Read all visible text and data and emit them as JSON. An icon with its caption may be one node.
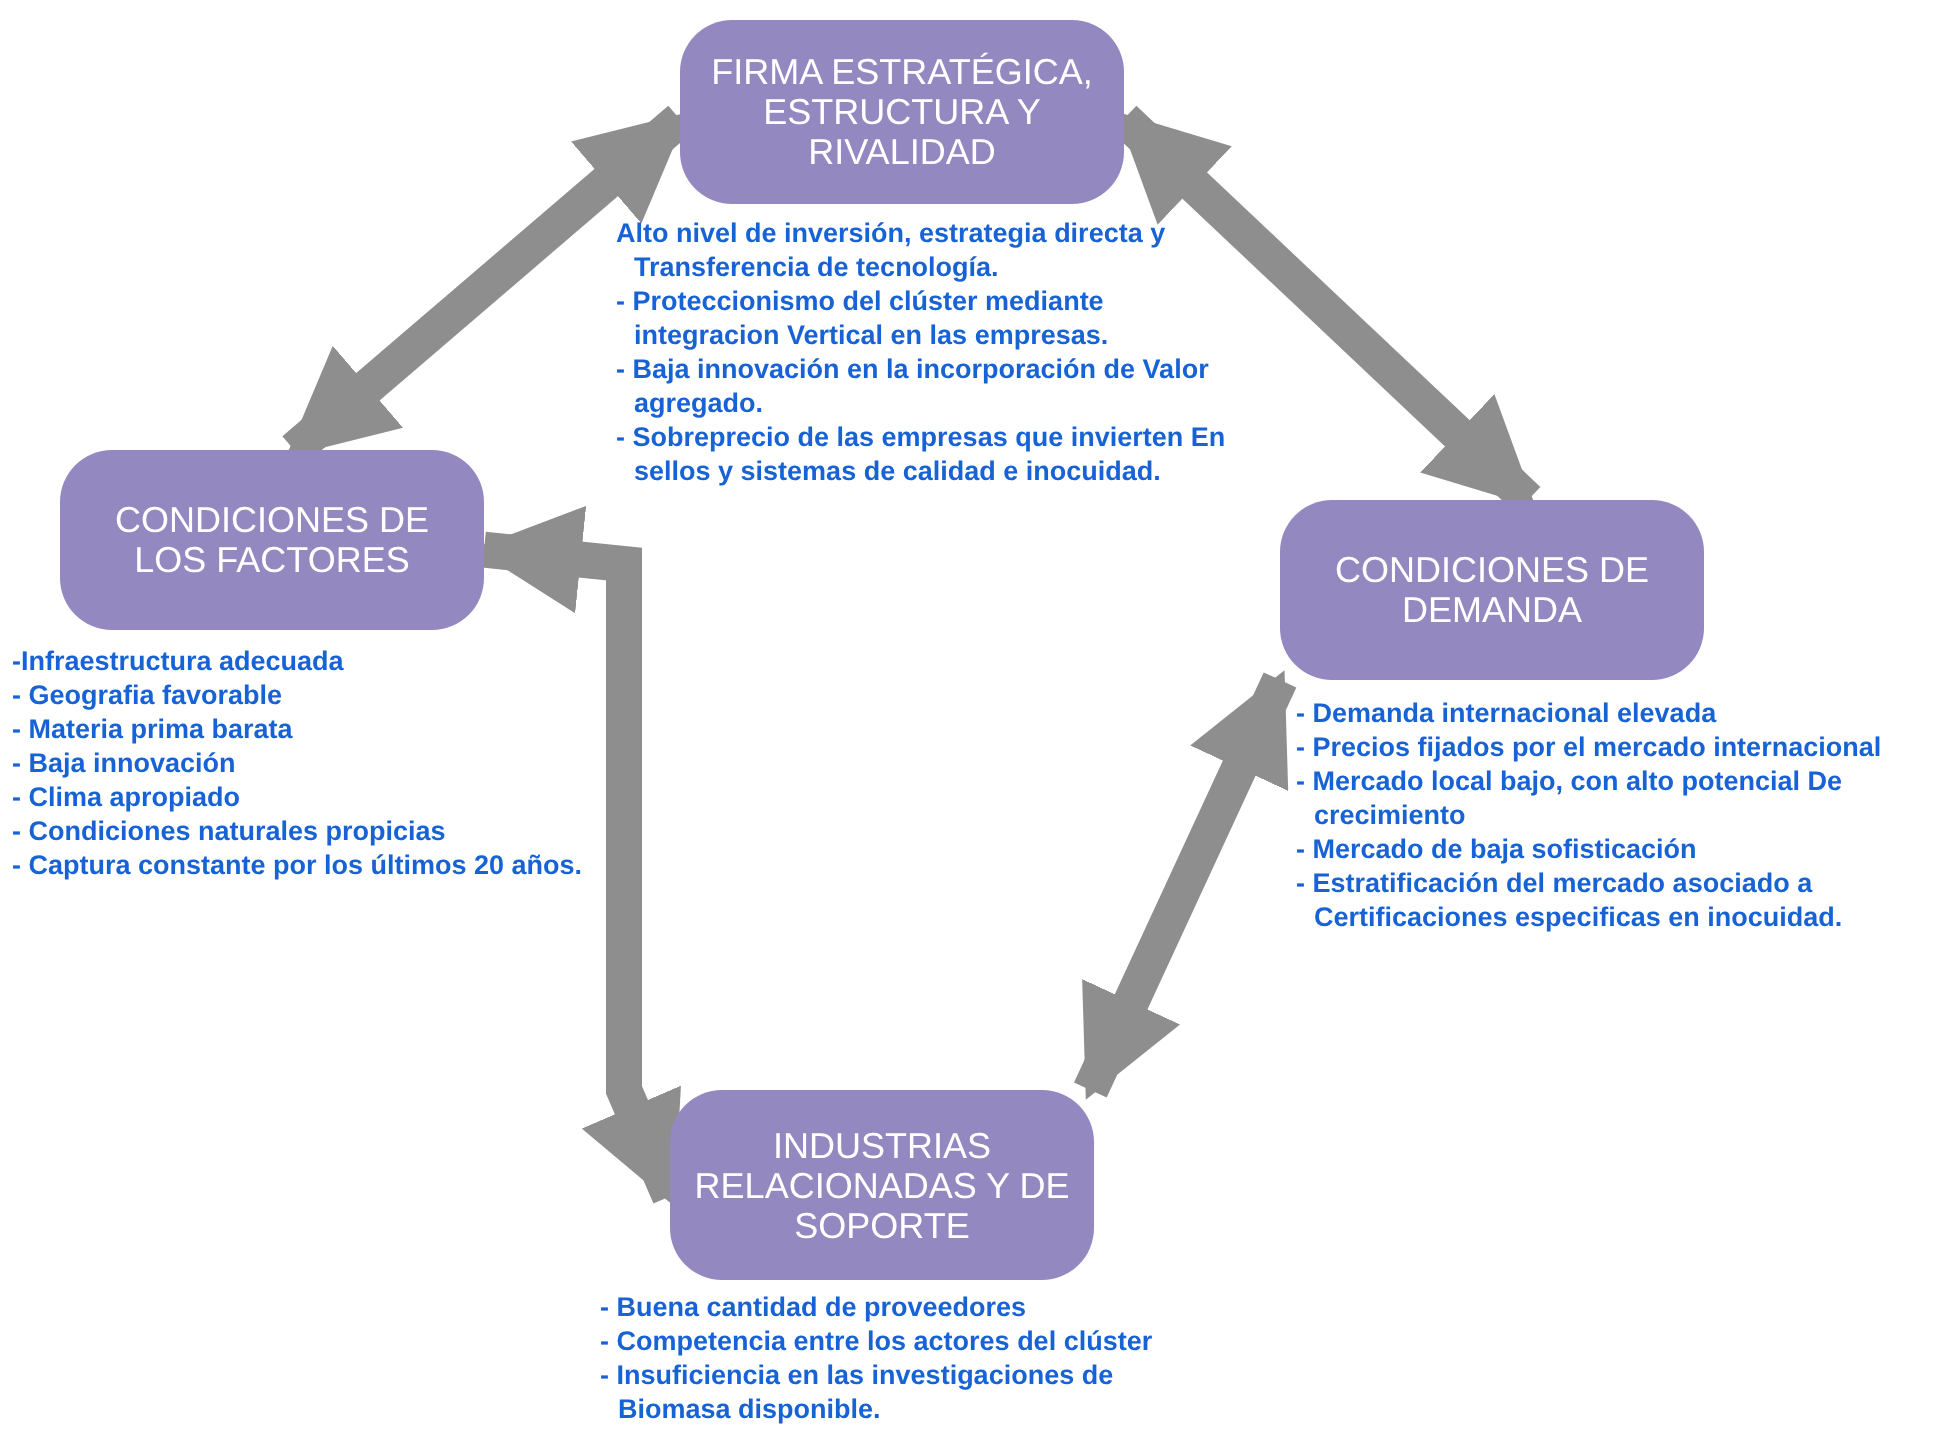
{
  "diagram": {
    "nodes": [
      {
        "text": [
          "FIRMA ESTRATÉGICA, ESTRUCTURA Y RIVALIDAD"
        ],
        "beside": [
          "Alto nivel de inversión, estrategia directa y Transferencia de tecnología.",
          "- Proteccionismo del clúster mediante integracion Vertical en las empresas.",
          "- Baja innovación en la incorporación de Valor agregado.",
          "- Sobreprecio de las empresas que invierten En sellos y sistemas de calidad e inocuidad."
        ]
      },
      {
        "text": [
          "CONDICIONES DE LOS FACTORES"
        ],
        "beside": [
          "-Infraestructura adecuada",
          "- Geografia favorable",
          "- Materia prima barata",
          "- Baja innovación",
          "- Clima apropiado",
          "- Condiciones naturales propicias",
          "- Captura constante por los últimos 20 años."
        ]
      },
      {
        "text": [
          "CONDICIONES DE DEMANDA"
        ],
        "beside": [
          "- Demanda internacional elevada",
          "- Precios fijados por el mercado internacional",
          "- Mercado local bajo, con alto potencial De crecimiento",
          "- Mercado de baja sofisticación",
          "- Estratificación del mercado asociado a Certificaciones especificas en inocuidad."
        ]
      },
      {
        "text": [
          "INDUSTRIAS RELACIONADAS Y DE SOPORTE"
        ],
        "beside": [
          "- Buena cantidad de proveedores",
          "- Competencia entre los actores del clúster",
          "- Insuficiencia en las investigaciones de Biomasa disponible."
        ]
      }
    ],
    "edges": [
      {
        "from": 1,
        "to": 0,
        "arrow": "both"
      },
      {
        "from": 0,
        "to": 2,
        "arrow": "both"
      },
      {
        "from": 2,
        "to": 3,
        "arrow": "both"
      },
      {
        "from": 1,
        "to": 3,
        "arrow": "both"
      }
    ]
  }
}
